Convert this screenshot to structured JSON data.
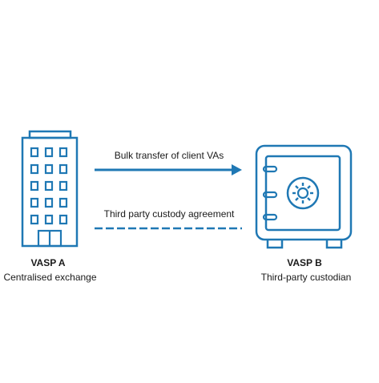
{
  "colors": {
    "accent": "#1f78b4",
    "text": "#1a1a1a",
    "background": "#ffffff"
  },
  "icons": {
    "left": "office-building-icon",
    "right": "safe-vault-icon"
  },
  "nodes": {
    "vasp_a": {
      "title": "VASP A",
      "subtitle": "Centralised exchange"
    },
    "vasp_b": {
      "title": "VASP B",
      "subtitle": "Third-party custodian"
    }
  },
  "connections": {
    "transfer": {
      "label": "Bulk transfer of client VAs",
      "style": "solid-arrow"
    },
    "agreement": {
      "label": "Third party custody agreement",
      "style": "dashed"
    }
  }
}
